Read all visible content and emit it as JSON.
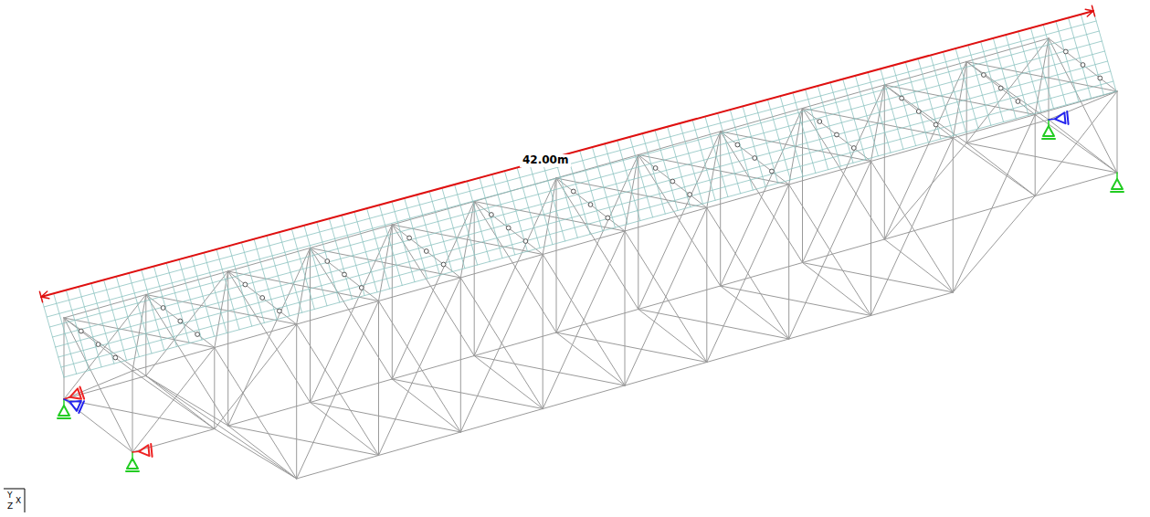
{
  "diagram": {
    "labels": [
      "42.00m",
      "Y",
      "X",
      "Z"
    ]
  }
}
